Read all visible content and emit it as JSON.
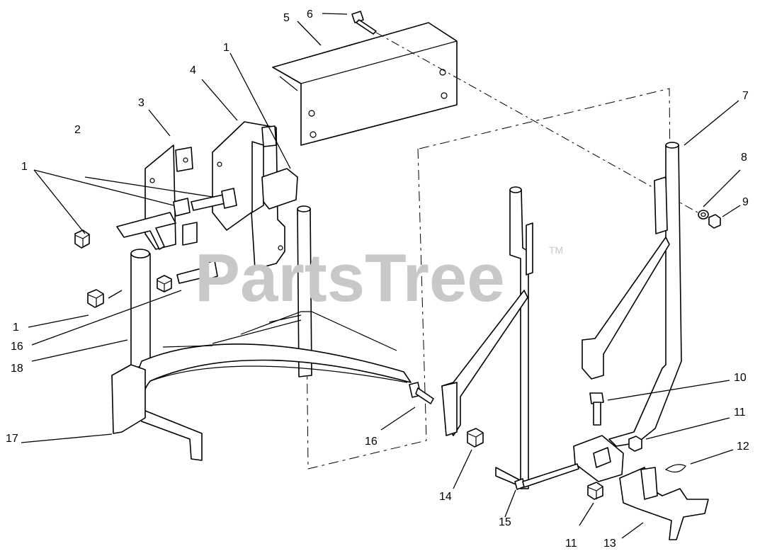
{
  "watermark": {
    "text": "PartsTree",
    "trademark": "TM"
  },
  "callouts": [
    {
      "id": "c-1a",
      "text": "1"
    },
    {
      "id": "c-1b",
      "text": "1"
    },
    {
      "id": "c-1c",
      "text": "1"
    },
    {
      "id": "c-2",
      "text": "2"
    },
    {
      "id": "c-3",
      "text": "3"
    },
    {
      "id": "c-4",
      "text": "4"
    },
    {
      "id": "c-5",
      "text": "5"
    },
    {
      "id": "c-6",
      "text": "6"
    },
    {
      "id": "c-7",
      "text": "7"
    },
    {
      "id": "c-8",
      "text": "8"
    },
    {
      "id": "c-9",
      "text": "9"
    },
    {
      "id": "c-10",
      "text": "10"
    },
    {
      "id": "c-11a",
      "text": "11"
    },
    {
      "id": "c-11b",
      "text": "11"
    },
    {
      "id": "c-12",
      "text": "12"
    },
    {
      "id": "c-13",
      "text": "13"
    },
    {
      "id": "c-14",
      "text": "14"
    },
    {
      "id": "c-15",
      "text": "15"
    },
    {
      "id": "c-16a",
      "text": "16"
    },
    {
      "id": "c-16b",
      "text": "16"
    },
    {
      "id": "c-17",
      "text": "17"
    },
    {
      "id": "c-18",
      "text": "18"
    }
  ]
}
